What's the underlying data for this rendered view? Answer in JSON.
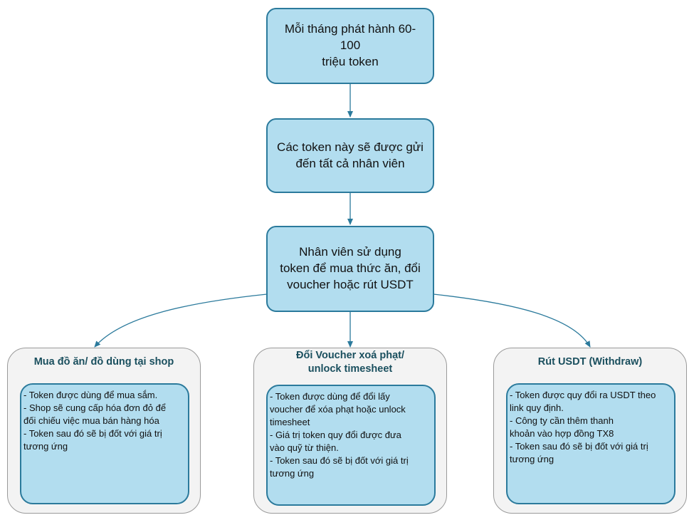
{
  "nodes": {
    "top": {
      "lines": [
        "Mỗi tháng phát hành 60-100",
        "triệu token"
      ]
    },
    "middle": {
      "lines": [
        "Các token này sẽ được gửi",
        "đến tất cả nhân viên"
      ]
    },
    "center": {
      "lines": [
        "Nhân viên sử dụng",
        "token để mua thức ăn, đổi",
        "voucher hoặc rút USDT"
      ]
    }
  },
  "branches": [
    {
      "title_lines": [
        "Mua đồ ăn/ đồ dùng tại shop"
      ],
      "items": [
        "- Token được dùng để mua sắm.",
        "- Shop sẽ cung cấp hóa đơn đỏ để",
        "đối chiếu việc mua bán hàng hóa",
        "- Token sau đó sẽ bị đốt với giá trị",
        "tương ứng"
      ]
    },
    {
      "title_lines": [
        "Đổi Voucher xoá phạt/",
        "unlock timesheet"
      ],
      "items": [
        "- Token được dùng để đổi lấy",
        "voucher để xóa phạt hoặc unlock",
        "timesheet",
        "- Giá trị token quy đổi được đưa",
        "vào quỹ từ thiện.",
        "- Token sau đó sẽ bị đốt với giá trị",
        "tương ứng"
      ]
    },
    {
      "title_lines": [
        "Rút USDT (Withdraw)"
      ],
      "items": [
        "- Token được quy đổi ra USDT theo",
        "link quy định.",
        "- Công ty cần thêm thanh",
        "khoản vào hợp đồng TX8",
        "- Token sau đó sẽ bị đốt với giá trị",
        "tương ứng"
      ]
    }
  ],
  "colors": {
    "node_fill": "#b2ddef",
    "node_border": "#2b7a9c",
    "panel_fill": "#f3f3f3",
    "panel_border": "#9a9a9a",
    "title_text": "#1a4f5e",
    "connector": "#2b7a9c"
  }
}
